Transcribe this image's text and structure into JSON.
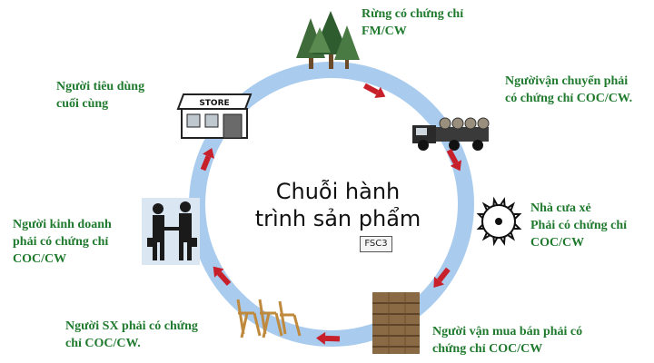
{
  "diagram": {
    "title": "Chuỗi hành\ntrình sản phẩm",
    "badge": "FSC3",
    "ring_color": "#a9cbee",
    "arrow_color": "#c8202a",
    "label_color": "#1f7a2e",
    "nodes": [
      {
        "id": "forest",
        "icon": "forest-icon",
        "label": "Rừng có chứng chỉ\nFM/CW"
      },
      {
        "id": "transport",
        "icon": "truck-icon",
        "label": "Ngườivận chuyển phải\ncó chứng chỉ COC/CW."
      },
      {
        "id": "sawmill",
        "icon": "saw-blade-icon",
        "label": "Nhà cưa xẻ\nPhải có chứng chỉ\nCOC/CW"
      },
      {
        "id": "trader",
        "icon": "lumber-stack-icon",
        "label": "Người vận mua bán phải có\nchứng chỉ COC/CW"
      },
      {
        "id": "manufacturer",
        "icon": "chairs-icon",
        "label": "Người SX phải có chứng\nchỉ COC/CW."
      },
      {
        "id": "business",
        "icon": "handshake-icon",
        "label": "Người kinh doanh\nphải có chứng chỉ\nCOC/CW"
      },
      {
        "id": "consumer",
        "icon": "store-icon",
        "label": "Người tiêu dùng\ncuối cùng"
      }
    ]
  }
}
